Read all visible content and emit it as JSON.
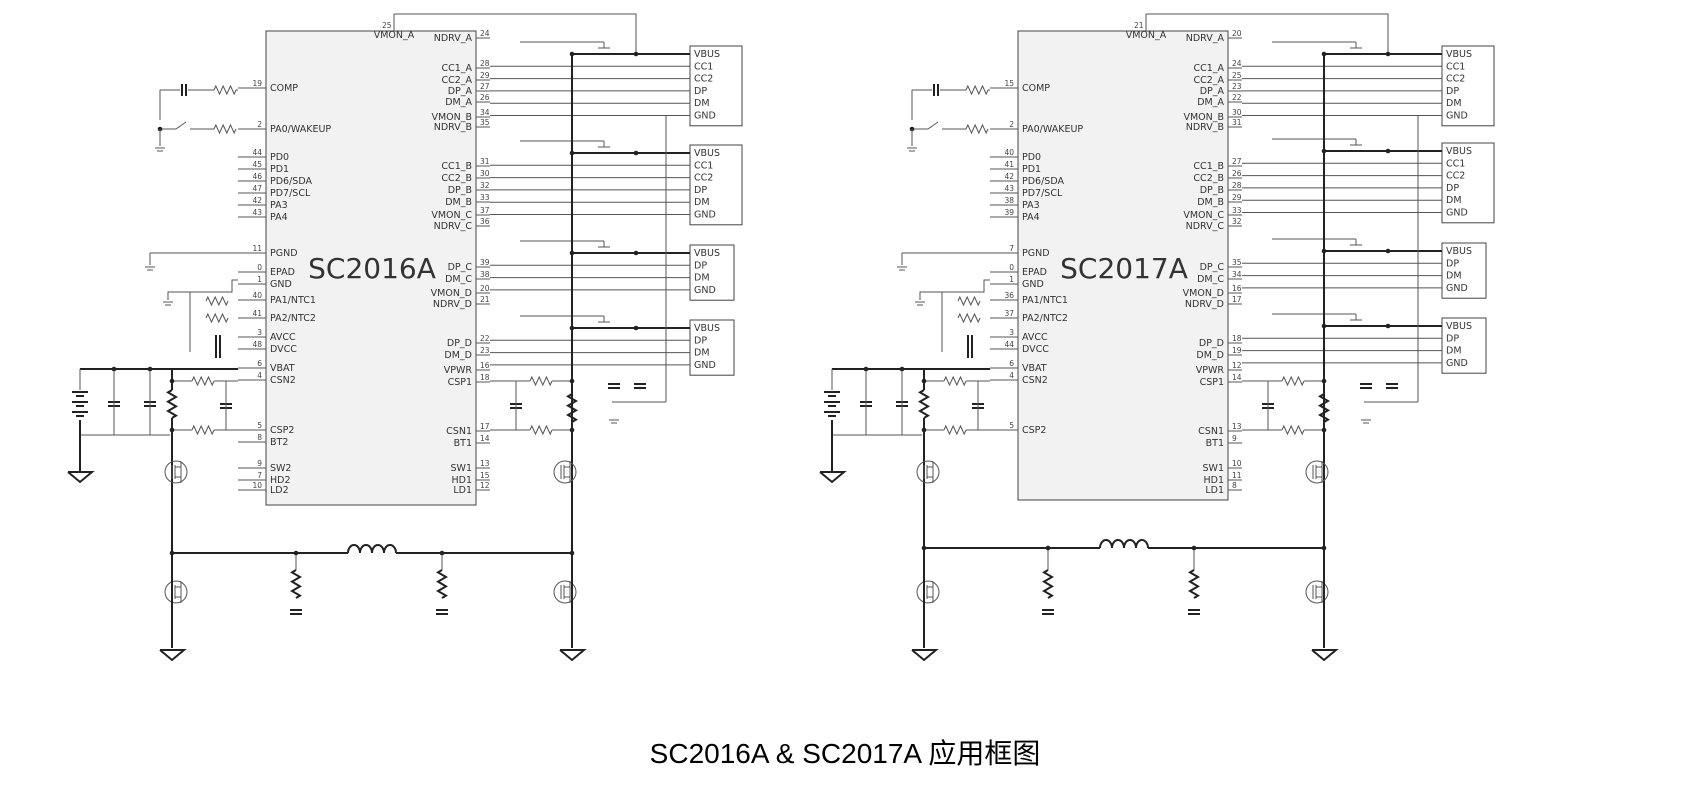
{
  "caption": "SC2016A & SC2017A  应用框图",
  "left": {
    "chip": "SC2016A",
    "left_pins": [
      {
        "num": "19",
        "name": "COMP"
      },
      {
        "num": "2",
        "name": "PA0/WAKEUP"
      },
      {
        "num": "44",
        "name": "PD0"
      },
      {
        "num": "45",
        "name": "PD1"
      },
      {
        "num": "46",
        "name": "PD6/SDA"
      },
      {
        "num": "47",
        "name": "PD7/SCL"
      },
      {
        "num": "42",
        "name": "PA3"
      },
      {
        "num": "43",
        "name": "PA4"
      },
      {
        "num": "11",
        "name": "PGND"
      },
      {
        "num": "0",
        "name": "EPAD"
      },
      {
        "num": "1",
        "name": "GND"
      },
      {
        "num": "40",
        "name": "PA1/NTC1"
      },
      {
        "num": "41",
        "name": "PA2/NTC2"
      },
      {
        "num": "3",
        "name": "AVCC"
      },
      {
        "num": "48",
        "name": "DVCC"
      },
      {
        "num": "6",
        "name": "VBAT"
      },
      {
        "num": "4",
        "name": "CSN2"
      },
      {
        "num": "5",
        "name": "CSP2"
      },
      {
        "num": "8",
        "name": "BT2"
      },
      {
        "num": "9",
        "name": "SW2"
      },
      {
        "num": "7",
        "name": "HD2"
      },
      {
        "num": "10",
        "name": "LD2"
      }
    ],
    "top_pin": {
      "num": "25",
      "name": "VMON_A"
    },
    "right_pins": [
      {
        "num": "24",
        "name": "NDRV_A"
      },
      {
        "num": "28",
        "name": "CC1_A"
      },
      {
        "num": "29",
        "name": "CC2_A"
      },
      {
        "num": "27",
        "name": "DP_A"
      },
      {
        "num": "26",
        "name": "DM_A"
      },
      {
        "num": "34",
        "name": "VMON_B"
      },
      {
        "num": "35",
        "name": "NDRV_B"
      },
      {
        "num": "31",
        "name": "CC1_B"
      },
      {
        "num": "30",
        "name": "CC2_B"
      },
      {
        "num": "32",
        "name": "DP_B"
      },
      {
        "num": "33",
        "name": "DM_B"
      },
      {
        "num": "37",
        "name": "VMON_C"
      },
      {
        "num": "36",
        "name": "NDRV_C"
      },
      {
        "num": "39",
        "name": "DP_C"
      },
      {
        "num": "38",
        "name": "DM_C"
      },
      {
        "num": "20",
        "name": "VMON_D"
      },
      {
        "num": "21",
        "name": "NDRV_D"
      },
      {
        "num": "22",
        "name": "DP_D"
      },
      {
        "num": "23",
        "name": "DM_D"
      },
      {
        "num": "16",
        "name": "VPWR"
      },
      {
        "num": "18",
        "name": "CSP1"
      },
      {
        "num": "17",
        "name": "CSN1"
      },
      {
        "num": "14",
        "name": "BT1"
      },
      {
        "num": "13",
        "name": "SW1"
      },
      {
        "num": "15",
        "name": "HD1"
      },
      {
        "num": "12",
        "name": "LD1"
      }
    ],
    "connectors": [
      [
        "VBUS",
        "CC1",
        "CC2",
        "DP",
        "DM",
        "GND"
      ],
      [
        "VBUS",
        "CC1",
        "CC2",
        "DP",
        "DM",
        "GND"
      ],
      [
        "VBUS",
        "DP",
        "DM",
        "GND"
      ],
      [
        "VBUS",
        "DP",
        "DM",
        "GND"
      ]
    ]
  },
  "right": {
    "chip": "SC2017A",
    "left_pins": [
      {
        "num": "15",
        "name": "COMP"
      },
      {
        "num": "2",
        "name": "PA0/WAKEUP"
      },
      {
        "num": "40",
        "name": "PD0"
      },
      {
        "num": "41",
        "name": "PD1"
      },
      {
        "num": "42",
        "name": "PD6/SDA"
      },
      {
        "num": "43",
        "name": "PD7/SCL"
      },
      {
        "num": "38",
        "name": "PA3"
      },
      {
        "num": "39",
        "name": "PA4"
      },
      {
        "num": "7",
        "name": "PGND"
      },
      {
        "num": "0",
        "name": "EPAD"
      },
      {
        "num": "1",
        "name": "GND"
      },
      {
        "num": "36",
        "name": "PA1/NTC1"
      },
      {
        "num": "37",
        "name": "PA2/NTC2"
      },
      {
        "num": "3",
        "name": "AVCC"
      },
      {
        "num": "44",
        "name": "DVCC"
      },
      {
        "num": "6",
        "name": "VBAT"
      },
      {
        "num": "4",
        "name": "CSN2"
      },
      {
        "num": "5",
        "name": "CSP2"
      }
    ],
    "top_pin": {
      "num": "21",
      "name": "VMON_A"
    },
    "right_pins": [
      {
        "num": "20",
        "name": "NDRV_A"
      },
      {
        "num": "24",
        "name": "CC1_A"
      },
      {
        "num": "25",
        "name": "CC2_A"
      },
      {
        "num": "23",
        "name": "DP_A"
      },
      {
        "num": "22",
        "name": "DM_A"
      },
      {
        "num": "30",
        "name": "VMON_B"
      },
      {
        "num": "31",
        "name": "NDRV_B"
      },
      {
        "num": "27",
        "name": "CC1_B"
      },
      {
        "num": "26",
        "name": "CC2_B"
      },
      {
        "num": "28",
        "name": "DP_B"
      },
      {
        "num": "29",
        "name": "DM_B"
      },
      {
        "num": "33",
        "name": "VMON_C"
      },
      {
        "num": "32",
        "name": "NDRV_C"
      },
      {
        "num": "35",
        "name": "DP_C"
      },
      {
        "num": "34",
        "name": "DM_C"
      },
      {
        "num": "16",
        "name": "VMON_D"
      },
      {
        "num": "17",
        "name": "NDRV_D"
      },
      {
        "num": "18",
        "name": "DP_D"
      },
      {
        "num": "19",
        "name": "DM_D"
      },
      {
        "num": "12",
        "name": "VPWR"
      },
      {
        "num": "14",
        "name": "CSP1"
      },
      {
        "num": "13",
        "name": "CSN1"
      },
      {
        "num": "9",
        "name": "BT1"
      },
      {
        "num": "10",
        "name": "SW1"
      },
      {
        "num": "11",
        "name": "HD1"
      },
      {
        "num": "8",
        "name": "LD1"
      }
    ],
    "connectors": [
      [
        "VBUS",
        "CC1",
        "CC2",
        "DP",
        "DM",
        "GND"
      ],
      [
        "VBUS",
        "CC1",
        "CC2",
        "DP",
        "DM",
        "GND"
      ],
      [
        "VBUS",
        "DP",
        "DM",
        "GND"
      ],
      [
        "VBUS",
        "DP",
        "DM",
        "GND"
      ]
    ]
  }
}
